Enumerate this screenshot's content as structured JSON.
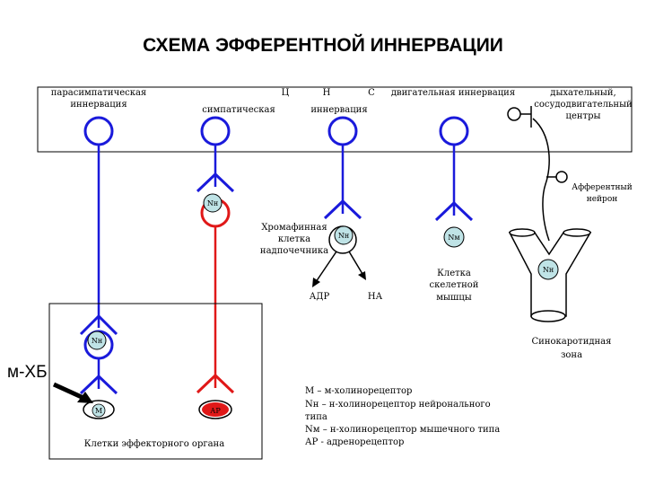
{
  "title": "СХЕМА ЭФФЕРЕНТНОЙ ИННЕРВАЦИИ",
  "cns_box": {
    "parasympathetic": [
      "парасимпатическая",
      "иннервация"
    ],
    "letters": [
      "Ц",
      "Н",
      "С"
    ],
    "sympathetic": "симпатическая",
    "innervation": "иннервация",
    "motor": "двигательная иннервация",
    "centers": [
      "дыхательный,",
      "сосудодвигательный",
      "центры"
    ]
  },
  "labels": {
    "afferent": [
      "Афферентный",
      "нейрон"
    ],
    "chromaffin": [
      "Хромафинная",
      "клетка",
      "надпочечника"
    ],
    "adr": "АДР",
    "na": "НА",
    "skeletal": [
      "Клетка",
      "скелетной",
      "мышцы"
    ],
    "sinocarotid": [
      "Синокаротидная",
      "зона"
    ],
    "mchb": "м-ХБ",
    "effector": "Клетки эффекторного органа"
  },
  "receptors": {
    "nn": "Nн",
    "nm": "Nм",
    "m": "М",
    "ar": "АР"
  },
  "legend": [
    "М – м-холинорецептор",
    "Nн – н-холинорецептор нейронального",
    "типа",
    "Nм – н-холинорецептор мышечного типа",
    "АР - адренорецептор"
  ],
  "colors": {
    "neuron_blue": "#1a1adb",
    "neuron_red": "#e01818",
    "receptor_fill": "#bfe3e6",
    "ar_fill": "#e01818",
    "line": "#000000"
  }
}
